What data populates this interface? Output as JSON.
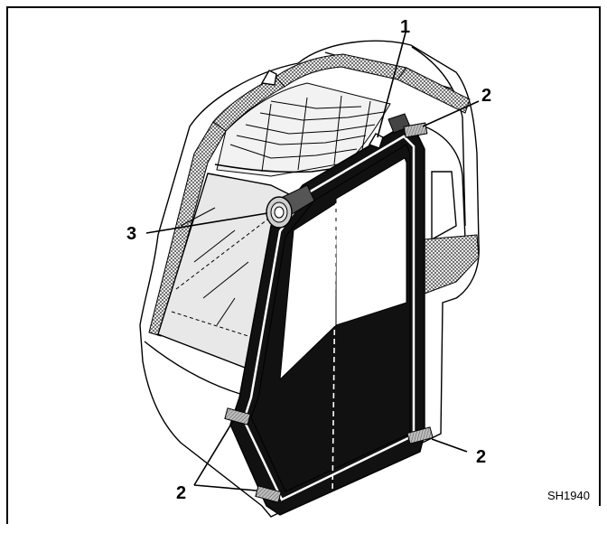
{
  "figure": {
    "code": "SH1940",
    "callouts": {
      "one": "1",
      "two_top_right": "2",
      "three": "3",
      "two_bottom_right": "2",
      "two_bottom_left": "2"
    }
  },
  "colors": {
    "line": "#000000",
    "glass": "#e8e8e8",
    "door": "#111111",
    "paper": "#ffffff",
    "strip": "#9a9a9a"
  }
}
